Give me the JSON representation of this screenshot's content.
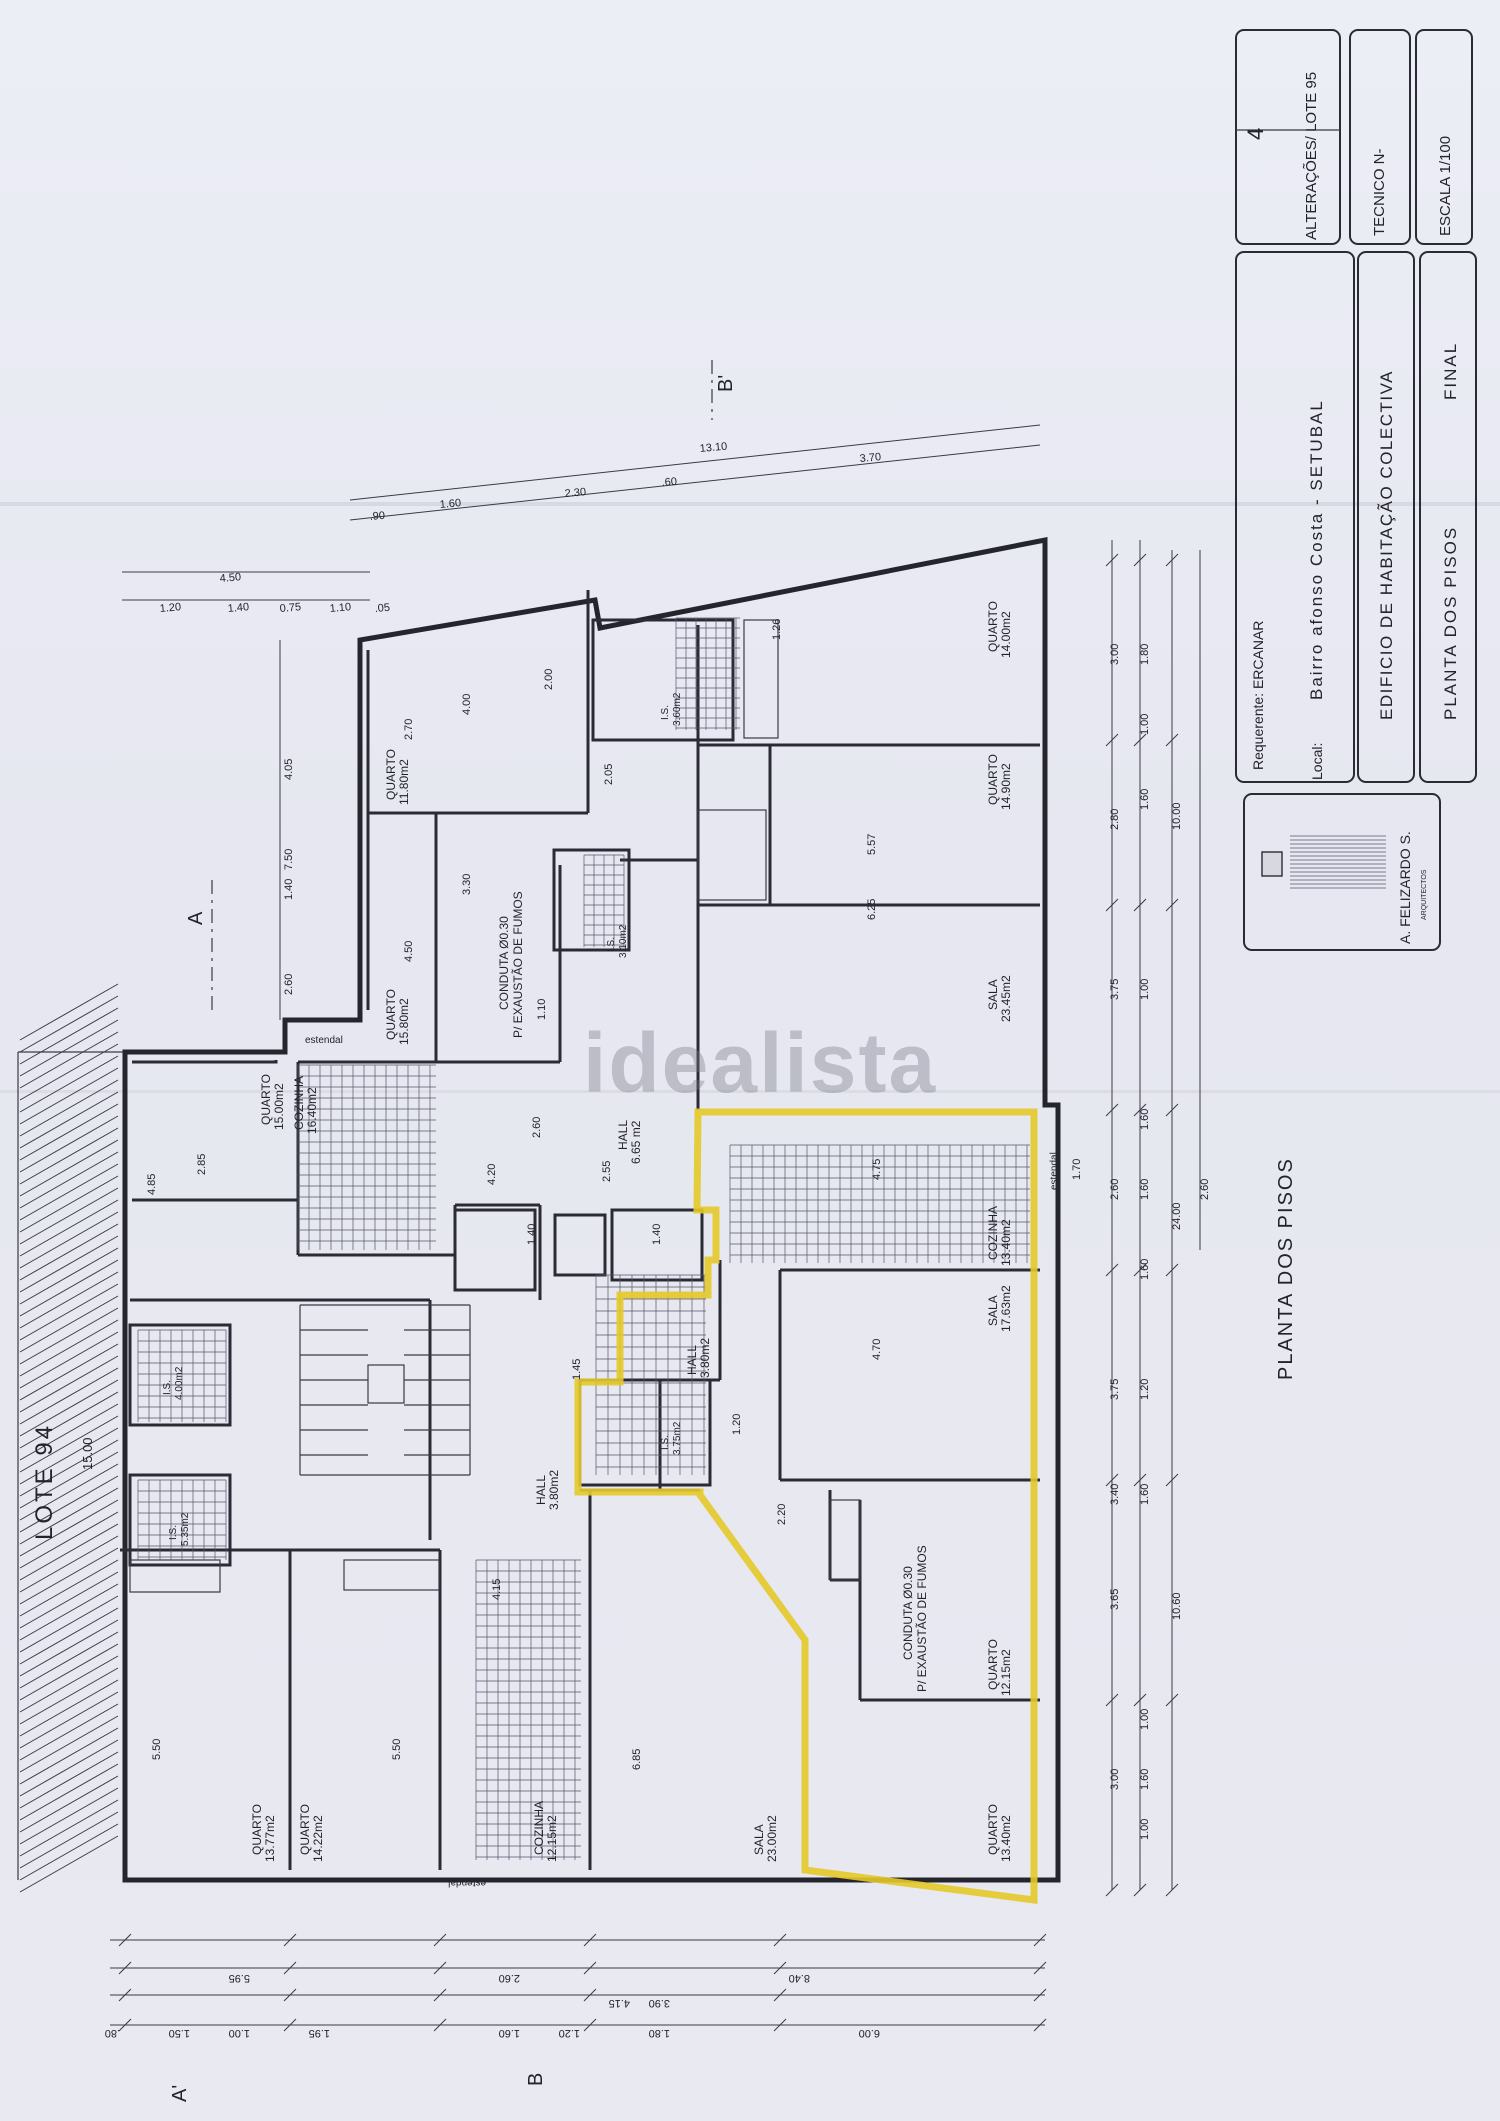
{
  "watermark": "idealista",
  "title_block": {
    "sheet_number": "4",
    "revision": "ALTERAÇÕES/ LOTE 95",
    "technician": "TECNICO N-",
    "scale": "ESCALA 1/100",
    "requester": "Requerente: ERCANAR",
    "location_label": "Local:",
    "location": "Bairro afonso Costa - SETUBAL",
    "project": "EDIFICIO DE HABITAÇÃO COLECTIVA",
    "drawing": "PLANTA DOS PISOS",
    "status": "FINAL",
    "architect": "A. FELIZARDO S.",
    "architect_sub": "ARQUITECTOS"
  },
  "plan_title": "PLANTA DOS PISOS",
  "neighbor_lot": "LOTE 94",
  "neighbor_lot_dim": "15.00",
  "sections": {
    "a_top": "A",
    "a_bottom": "A'",
    "b_top": "B'",
    "b_bottom": "B"
  },
  "rooms": [
    {
      "name": "QUARTO",
      "area": "15.00m2"
    },
    {
      "name": "COZINHA",
      "area": "16.40m2"
    },
    {
      "name": "QUARTO",
      "area": "15.80m2"
    },
    {
      "name": "QUARTO",
      "area": "11.80m2"
    },
    {
      "name": "HALL",
      "area": "6.65 m2"
    },
    {
      "name": "SALA",
      "area": "23.45m2"
    },
    {
      "name": "QUARTO",
      "area": "14.90m2"
    },
    {
      "name": "QUARTO",
      "area": "14.00m2"
    },
    {
      "name": "COZINHA",
      "area": "13.40m2"
    },
    {
      "name": "SALA",
      "area": "17.63m2"
    },
    {
      "name": "HALL",
      "area": "3.80m2"
    },
    {
      "name": "HALL",
      "area": "3.80m2"
    },
    {
      "name": "QUARTO",
      "area": "12.15m2"
    },
    {
      "name": "QUARTO",
      "area": "13.40m2"
    },
    {
      "name": "SALA",
      "area": "23.00m2"
    },
    {
      "name": "COZINHA",
      "area": "12.15m2"
    },
    {
      "name": "QUARTO",
      "area": "14.22m2"
    },
    {
      "name": "QUARTO",
      "area": "13.77m2"
    },
    {
      "name": "I.S.",
      "area": "4.00m2"
    },
    {
      "name": "I.S.",
      "area": "3.75m2"
    },
    {
      "name": "I.S.",
      "area": "3.10m2"
    },
    {
      "name": "I.S.",
      "area": "5.35m2"
    },
    {
      "name": "I.S.",
      "area": "3.60m2"
    }
  ],
  "notes": {
    "duct_1": "CONDUTA Ø0.30",
    "duct_1b": "P/ EXAUSTÃO DE FUMOS",
    "duct_2": "CONDUTA Ø0.30",
    "duct_2b": "P/ EXAUSTÃO DE FUMOS",
    "estendal": "estendal"
  },
  "dims_right": [
    "3.00",
    "3.75",
    "2.60",
    "2.80",
    "3.75",
    "3.40",
    "3.65",
    "3.00",
    "1.00",
    "1.60",
    "1.00",
    "1.80",
    "1.00",
    "1.60",
    "1.00",
    "1.60",
    "1.60",
    "1.60",
    "1.20",
    "1.60",
    "10.00",
    "24.00",
    "10.60",
    "2.60",
    "1.70"
  ],
  "dims_bottom": [
    "6.00",
    "4.15",
    "8.40",
    "3.90",
    "2.60",
    "5.95",
    "1.80",
    "1.20",
    "1.60",
    "1.95",
    "1.00",
    "1.50",
    ".80"
  ],
  "dims_top": [
    "4.50",
    "1.20",
    "1.40",
    "0.75",
    "1.10",
    ".05",
    "1.60",
    "2.30",
    ".60",
    "3.70",
    "13.10",
    ".90"
  ],
  "dims_misc": [
    "7.50",
    "4.05",
    "1.40",
    "2.60",
    "4.85",
    "2.85",
    "5.50",
    "5.50",
    "6.85",
    "4.15",
    "4.20",
    "4.75",
    "4.70",
    "6.25",
    "5.57",
    "4.00",
    "3.30",
    "2.70",
    "4.50",
    "2.05",
    "1.40",
    "1.40",
    "1.45",
    "1.20",
    "2.20",
    "2.55",
    "2.60",
    "1.10",
    "2.00",
    "1.26"
  ]
}
